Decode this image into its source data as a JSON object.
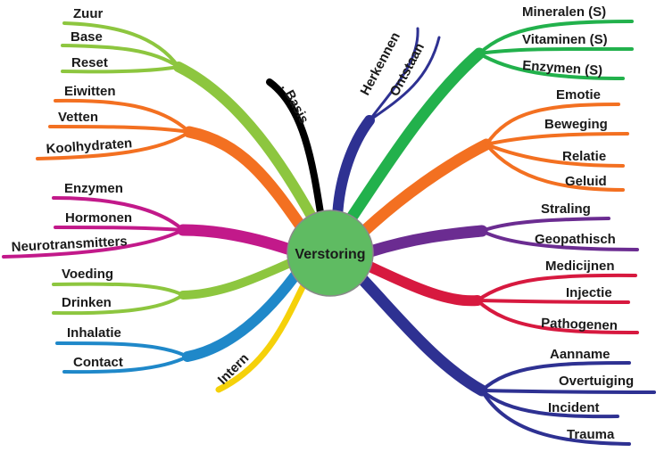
{
  "center": {
    "label": "Verstoring",
    "color": "#5fbb62"
  },
  "branches": [
    {
      "name": "zuur-base-reset",
      "color": "#8dc63f",
      "children": [
        "Zuur",
        "Base",
        "Reset"
      ]
    },
    {
      "name": "voedingsstoffen",
      "color": "#f37021",
      "children": [
        "Eiwitten",
        "Vetten",
        "Koolhydraten"
      ]
    },
    {
      "name": "boodschappers",
      "color": "#c2198a",
      "children": [
        "Enzymen",
        "Hormonen",
        "Neurotransmitters"
      ]
    },
    {
      "name": "inname",
      "color": "#8dc63f",
      "children": [
        "Voeding",
        "Drinken"
      ]
    },
    {
      "name": "opname",
      "color": "#1f88c9",
      "children": [
        "Inhalatie",
        "Contact"
      ]
    },
    {
      "name": "intern",
      "color": "#f5d10a",
      "label": "Intern"
    },
    {
      "name": "basis",
      "color": "#000000",
      "label": ". Basis"
    },
    {
      "name": "herkennen-ontstaan",
      "color": "#2e3192",
      "children": [
        "Herkennen",
        "Ontstaan"
      ]
    },
    {
      "name": "supplementen",
      "color": "#22b14c",
      "children": [
        "Mineralen (S)",
        "Vitaminen (S)",
        "Enzymen (S)"
      ]
    },
    {
      "name": "psyche",
      "color": "#f37021",
      "children": [
        "Emotie",
        "Beweging",
        "Relatie",
        "Geluid"
      ]
    },
    {
      "name": "omgeving",
      "color": "#6b2c91",
      "children": [
        "Straling",
        "Geopathisch"
      ]
    },
    {
      "name": "extern",
      "color": "#d7193f",
      "children": [
        "Medicijnen",
        "Injectie",
        "Pathogenen"
      ]
    },
    {
      "name": "mentaal",
      "color": "#2e3192",
      "children": [
        "Aanname",
        "Overtuiging",
        "Incident",
        "Trauma"
      ]
    }
  ]
}
